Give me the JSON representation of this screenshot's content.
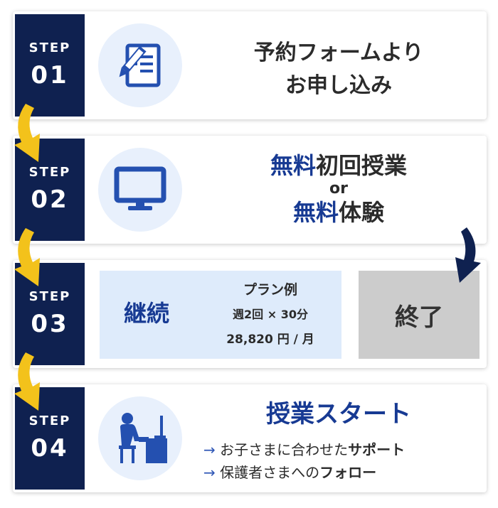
{
  "steps": [
    {
      "label": "STEP",
      "num": "01",
      "icon": "form-document-pencil-icon",
      "title_line1": "予約フォームより",
      "title_line2": "お申し込み"
    },
    {
      "label": "STEP",
      "num": "02",
      "icon": "monitor-icon",
      "line1_blue": "無料",
      "line1_dark": "初回授業",
      "or_text": "or",
      "line3_blue": "無料",
      "line3_dark": "体験"
    },
    {
      "label": "STEP",
      "num": "03",
      "continue_label": "継続",
      "plan_title": "プラン例",
      "plan_detail": "週2回 × 30分",
      "plan_price": "28,820 円 / 月",
      "end_label": "終了"
    },
    {
      "label": "STEP",
      "num": "04",
      "icon": "student-at-desk-icon",
      "title": "授業スタート",
      "bullets": [
        {
          "arrow": "→",
          "text": " お子さまに合わせた",
          "bold": "サポート"
        },
        {
          "arrow": "→",
          "text": " 保護者さまへの",
          "bold": "フォロー"
        }
      ]
    }
  ],
  "colors": {
    "navy": "#0f2150",
    "accent_blue": "#173a93",
    "light_blue": "#deebfb",
    "icon_blue": "#2450b0",
    "arrow_yellow": "#f3c21b",
    "end_gray": "#cccccc",
    "arrow_navy": "#0f2150"
  }
}
